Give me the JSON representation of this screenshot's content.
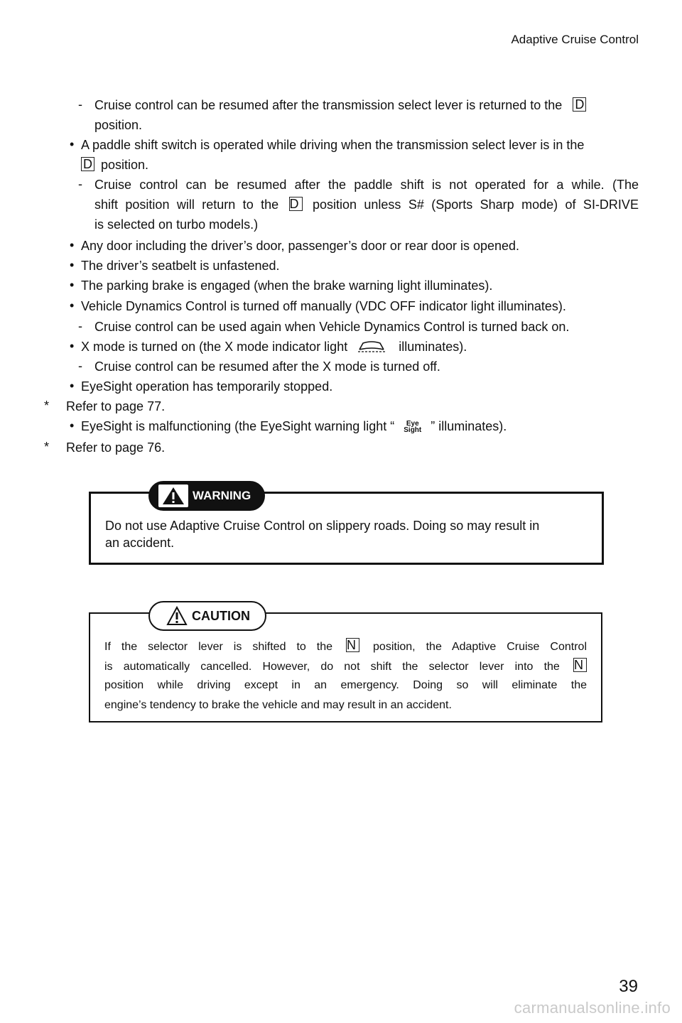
{
  "header": {
    "section_title": "Adaptive Cruise Control"
  },
  "items": {
    "l1a": "Cruise control can be resumed after the transmission select lever is returned to the",
    "l1b": "position.",
    "b1a": "A paddle shift switch is operated while driving when the transmission select lever is in the",
    "b1b": "position.",
    "l2a": "Cruise control can be resumed after the paddle shift is not operated for a while. (The",
    "l2b_pre": "shift position will return to the",
    "l2b_post": "position unless S# (Sports Sharp mode) of SI-DRIVE",
    "l2c": "is selected on turbo models.)",
    "b2": "Any door including the driver’s door, passenger’s door or rear door is opened.",
    "b3": "The driver’s seatbelt is unfastened.",
    "b4": "The parking brake is engaged (when the brake warning light illuminates).",
    "b5": "Vehicle Dynamics Control is turned off manually (VDC OFF indicator light illuminates).",
    "l3": "Cruise control can be used again when Vehicle Dynamics Control is turned back on.",
    "b6_pre": "X mode is turned on (the X mode indicator light",
    "b6_post": "illuminates).",
    "l4": "Cruise control can be resumed after the X mode is turned off.",
    "b7": "EyeSight operation has temporarily stopped.",
    "s1": "Refer to page 77.",
    "b8_pre": "EyeSight is malfunctioning (the EyeSight warning light “",
    "b8_post": "” illuminates).",
    "s2": "Refer to page 76."
  },
  "symbols": {
    "dash": "-",
    "bullet": "•",
    "star": "*",
    "pos_d": "D",
    "pos_n": "N",
    "eyesight_top": "Eye",
    "eyesight_bottom": "Sight"
  },
  "icons": {
    "x_mode": "x-mode-indicator-icon",
    "eyesight": "eyesight-warning-icon",
    "warning": "warning-triangle-icon",
    "caution": "caution-triangle-icon"
  },
  "warning": {
    "label": "WARNING",
    "line1": "Do not use Adaptive Cruise Control on slippery roads. Doing so may result in",
    "line2": "an accident."
  },
  "caution": {
    "label": "CAUTION",
    "l1_pre": "If the selector lever is shifted to the",
    "l1_post": "position, the Adaptive Cruise Control",
    "l2_pre": "is automatically cancelled. However, do not shift the selector lever into the",
    "l3": "position while driving except in an emergency. Doing so will eliminate the",
    "l4": "engine’s tendency to brake the vehicle and may result in an accident."
  },
  "page_number": "39",
  "watermark": "carmanualsonline.info"
}
